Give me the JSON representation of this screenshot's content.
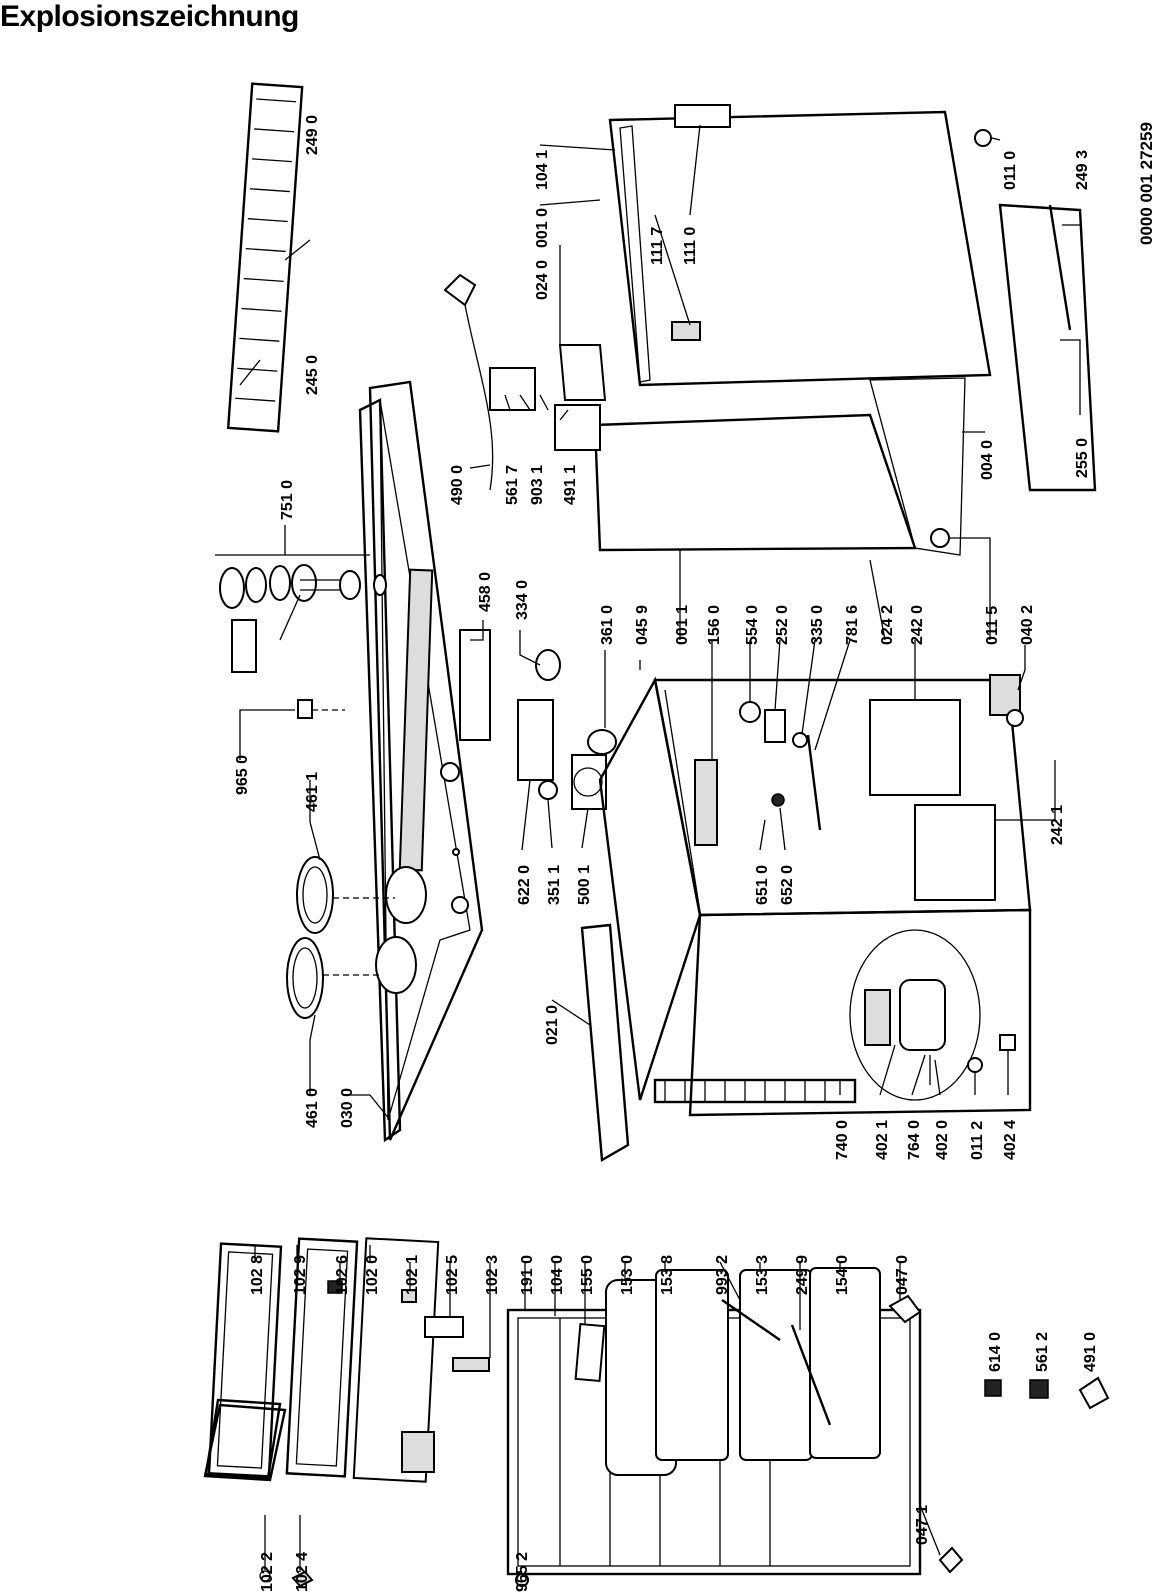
{
  "title": "Explosionszeichnung",
  "document_number": "0000 001 27259",
  "labels": {
    "l1028": "102 8",
    "l1029": "102 9",
    "l1026": "102 6",
    "l1020": "102 0",
    "l1021": "102 1",
    "l1025": "102 5",
    "l1023": "102 3",
    "l1022": "102 2",
    "l1024": "102 4",
    "l9652": "965 2",
    "l1910": "191 0",
    "l1040": "104 0",
    "l1550": "155 0",
    "l1530": "153 0",
    "l1538": "153 8",
    "l9932": "993 2",
    "l1533": "153 3",
    "l2499": "249 9",
    "l1540": "154 0",
    "l0470": "047 0",
    "l0471": "047 1",
    "l6140": "614 0",
    "l5612": "561 2",
    "l4910": "491 0",
    "l4610": "461 0",
    "l0300": "030 0",
    "l4611": "461 1",
    "l9650": "965 0",
    "l7510": "751 0",
    "l2450": "245 0",
    "l2490": "249 0",
    "l4580": "458 0",
    "l3340": "334 0",
    "l6220": "622 0",
    "l3511": "351 1",
    "l5001": "500 1",
    "l0210": "021 0",
    "l7400": "740 0",
    "l4021": "402 1",
    "l7640": "764 0",
    "l4020": "402 0",
    "l0112": "011 2",
    "l4024": "402 4",
    "l4900": "490 0",
    "l5617": "561 7",
    "l9031": "903 1",
    "l4911": "491 1",
    "l0240": "024 0",
    "l0010": "001 0",
    "l1041": "104 1",
    "l1117": "111 7",
    "l1110": "111 0",
    "l0110": "011 0",
    "l2493": "249 3",
    "l2550": "255 0",
    "l0040": "004 0",
    "l0242": "024 2",
    "l0115": "011 5",
    "l0402": "040 2",
    "l3610": "361 0",
    "l0459": "045 9",
    "l0011": "001 1",
    "l1560": "156 0",
    "l5540": "554 0",
    "l2520": "252 0",
    "l3350": "335 0",
    "l7816": "781 6",
    "l2420": "242 0",
    "l2421": "242 1",
    "l6510": "651 0",
    "l6520": "652 0"
  },
  "icons": [
    "plug-icon",
    "screw-icon",
    "foot-icon",
    "compressor-icon",
    "clip-icon"
  ]
}
